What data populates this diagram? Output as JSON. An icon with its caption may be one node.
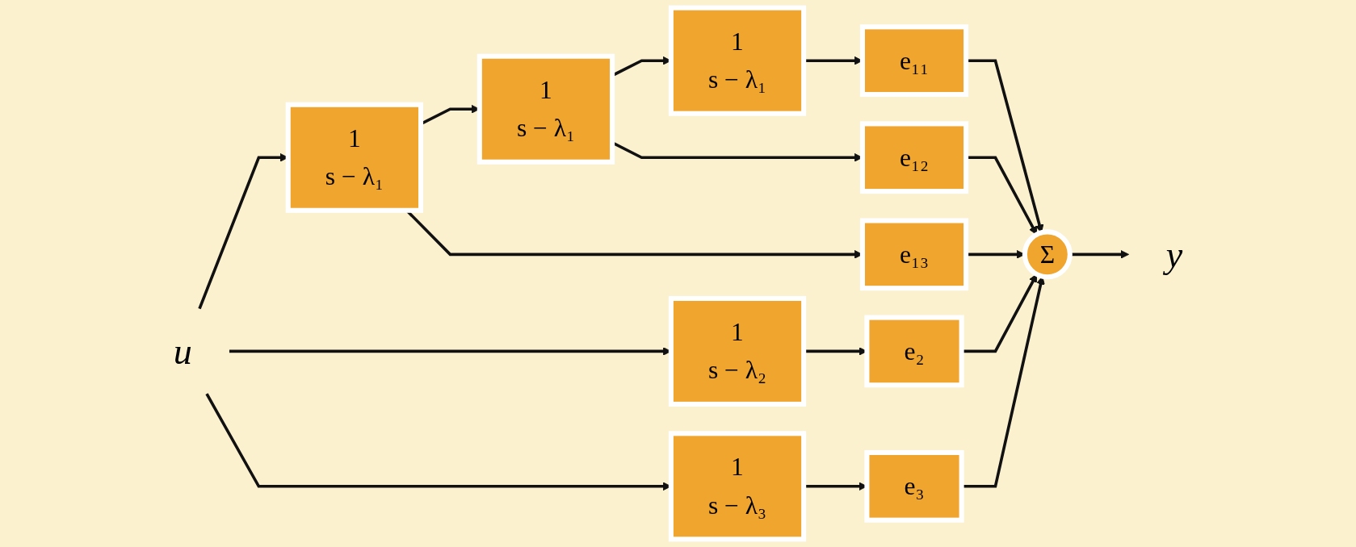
{
  "diagram": {
    "nodes": [
      {
        "text": [
          "u"
        ]
      },
      {
        "text": [
          "1",
          "s − λ₁"
        ]
      },
      {
        "text": [
          "1",
          "s − λ₁"
        ]
      },
      {
        "text": [
          "1",
          "s − λ₁"
        ]
      },
      {
        "text": [
          "e₁₁"
        ]
      },
      {
        "text": [
          "e₁₂"
        ]
      },
      {
        "text": [
          "e₁₃"
        ]
      },
      {
        "text": [
          "Σ"
        ]
      },
      {
        "text": [
          "y"
        ]
      },
      {
        "text": [
          "1",
          "s − λ₂"
        ]
      },
      {
        "text": [
          "e₂"
        ]
      },
      {
        "text": [
          "1",
          "s − λ₃"
        ]
      },
      {
        "text": [
          "e₃"
        ]
      }
    ],
    "edges": [
      {
        "from": 0,
        "to": 1,
        "arrow": "to"
      },
      {
        "from": 0,
        "to": 9,
        "arrow": "to"
      },
      {
        "from": 0,
        "to": 11,
        "arrow": "to"
      },
      {
        "from": 1,
        "to": 2,
        "arrow": "to"
      },
      {
        "from": 1,
        "to": 6,
        "arrow": "to"
      },
      {
        "from": 2,
        "to": 3,
        "arrow": "to"
      },
      {
        "from": 2,
        "to": 5,
        "arrow": "to"
      },
      {
        "from": 3,
        "to": 4,
        "arrow": "to"
      },
      {
        "from": 4,
        "to": 7,
        "arrow": "to"
      },
      {
        "from": 5,
        "to": 7,
        "arrow": "to"
      },
      {
        "from": 6,
        "to": 7,
        "arrow": "to"
      },
      {
        "from": 9,
        "to": 10,
        "arrow": "to"
      },
      {
        "from": 11,
        "to": 12,
        "arrow": "to"
      },
      {
        "from": 10,
        "to": 7,
        "arrow": "to"
      },
      {
        "from": 12,
        "to": 7,
        "arrow": "to"
      },
      {
        "from": 7,
        "to": 8,
        "arrow": "to"
      }
    ]
  }
}
